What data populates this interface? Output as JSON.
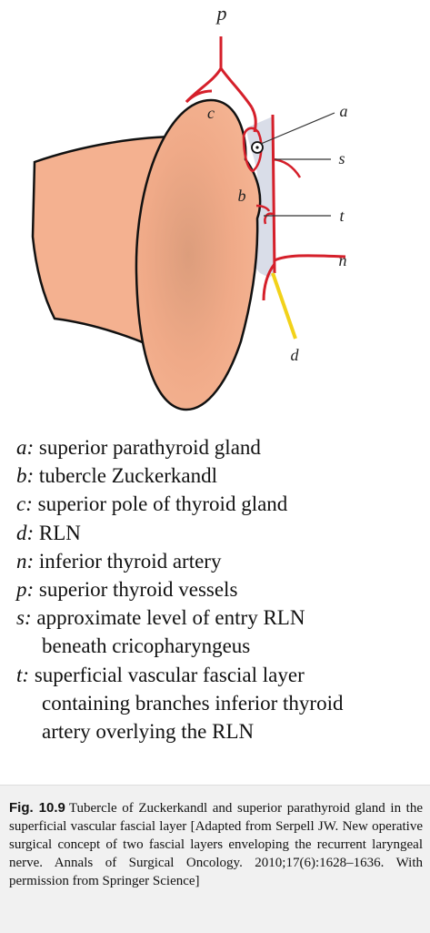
{
  "diagram": {
    "labels": {
      "p": "p",
      "c": "c",
      "a": "a",
      "s": "s",
      "b": "b",
      "t": "t",
      "n": "n",
      "d": "d"
    },
    "colors": {
      "thyroid": "#f3ad8c",
      "thyroid_shade": "#d79a78",
      "vessel": "#d51f2a",
      "fascia": "#d9dde8",
      "nerve": "#f2d21a",
      "outline": "#111111"
    }
  },
  "legend": {
    "items": [
      {
        "key": "a:",
        "lines": [
          "superior parathyroid gland"
        ]
      },
      {
        "key": "b:",
        "lines": [
          "tubercle Zuckerkandl"
        ]
      },
      {
        "key": "c:",
        "lines": [
          "superior pole of thyroid gland"
        ]
      },
      {
        "key": "d:",
        "lines": [
          "RLN"
        ]
      },
      {
        "key": "n:",
        "lines": [
          "inferior thyroid artery"
        ]
      },
      {
        "key": "p:",
        "lines": [
          "superior thyroid vessels"
        ]
      },
      {
        "key": "s:",
        "lines": [
          "approximate level of entry RLN",
          "beneath cricopharyngeus"
        ]
      },
      {
        "key": "t:",
        "lines": [
          "superficial vascular fascial layer",
          "containing branches inferior thyroid",
          "artery overlying the RLN"
        ]
      }
    ]
  },
  "caption": {
    "label": "Fig. 10.9",
    "text": "Tubercle of Zuckerkandl and superior parathyroid gland in the superficial vascular fascial layer [Adapted from Serpell JW. New operative surgical concept of two fascial layers enveloping the recurrent laryngeal nerve. Annals of Surgical Oncology. 2010;17(6):1628–1636. With permission from Springer Science]"
  }
}
